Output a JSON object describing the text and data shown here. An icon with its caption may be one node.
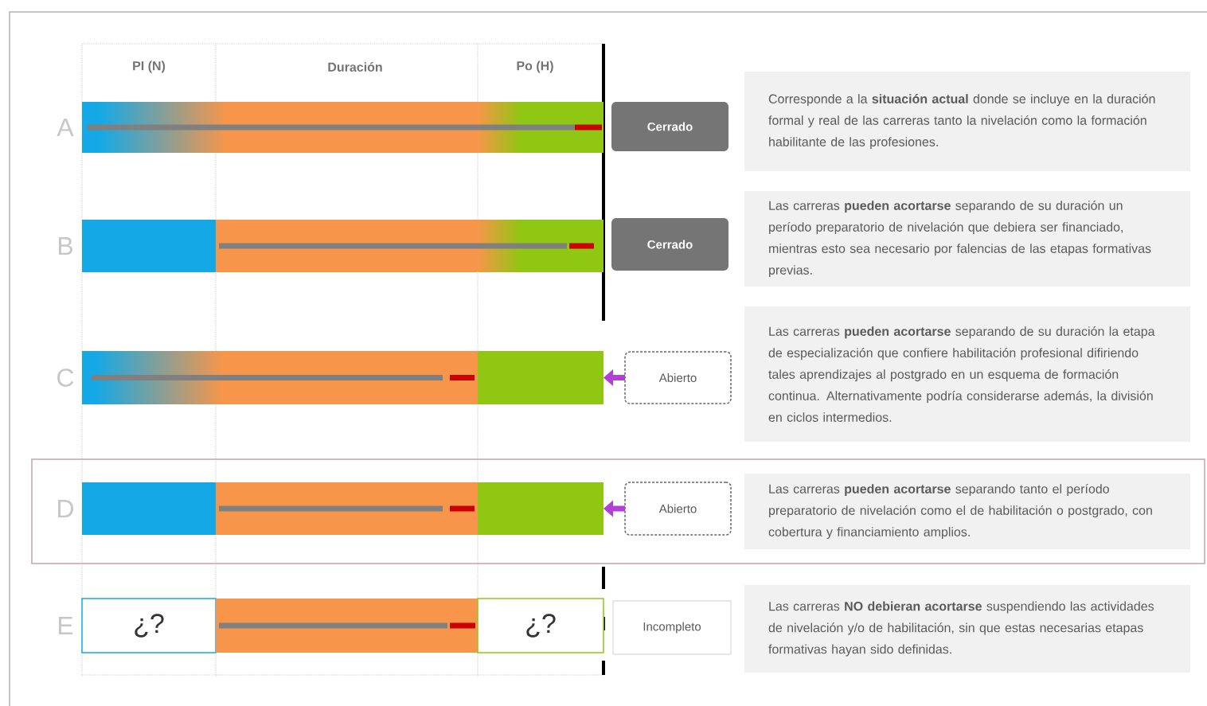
{
  "diagram": {
    "nodes": [
      {
        "text": [],
        "shape": "bar",
        "beside": [
          "A"
        ]
      },
      {
        "text": [
          "Cerrado"
        ]
      },
      {
        "text": [
          "Corresponde a la **situación actual** donde se incluye en la duración formal y real de las carreras tanto la nivelación como la formación habilitante de las profesiones."
        ]
      },
      {
        "text": [],
        "shape": "bar",
        "beside": [
          "B"
        ]
      },
      {
        "text": [
          "Cerrado"
        ]
      },
      {
        "text": [
          "Las carreras **pueden acortarse** separando de su duración un período preparatorio de nivelación que debiera ser financiado, mientras esto sea necesario por falencias de las etapas formativas previas."
        ]
      },
      {
        "text": [],
        "shape": "bar",
        "beside": [
          "C"
        ]
      },
      {
        "text": [
          "Abierto"
        ]
      },
      {
        "text": [
          "Las carreras **pueden acortarse** separando de su duración la etapa de especialización que confiere habilitación profesional difiriendo tales aprendizajes al postgrado en un esquema de formación continua. Alternativamente podría considerarse además, la división en ciclos intermedios."
        ]
      },
      {
        "text": [],
        "shape": "box"
      },
      {
        "text": [],
        "shape": "bar",
        "in": 9,
        "beside": [
          "D"
        ]
      },
      {
        "text": [
          "Abierto"
        ],
        "in": 9
      },
      {
        "text": [
          "Las carreras **pueden acortarse** separando tanto el período preparatorio de nivelación como el de habilitación o postgrado, con cobertura y financiamiento amplios."
        ],
        "in": 9
      },
      {
        "text": [
          "¿?"
        ],
        "beside": [
          "E"
        ]
      },
      {
        "text": [],
        "shape": "bar"
      },
      {
        "text": [
          "¿?"
        ]
      },
      {
        "text": [
          "Incompleto"
        ]
      },
      {
        "text": [
          "Las carreras **NO debieran acortarse** suspendiendo las actividades de nivelación y/o de habilitación, sin que estas necesarias etapas formativas hayan sido definidas."
        ]
      }
    ],
    "edges": [
      {
        "from": 7,
        "to": 6,
        "arrow": "to"
      },
      {
        "from": 11,
        "to": 10,
        "arrow": "to"
      }
    ],
    "labels": [
      "PI (N)",
      "Duración",
      "Po (H)"
    ]
  }
}
